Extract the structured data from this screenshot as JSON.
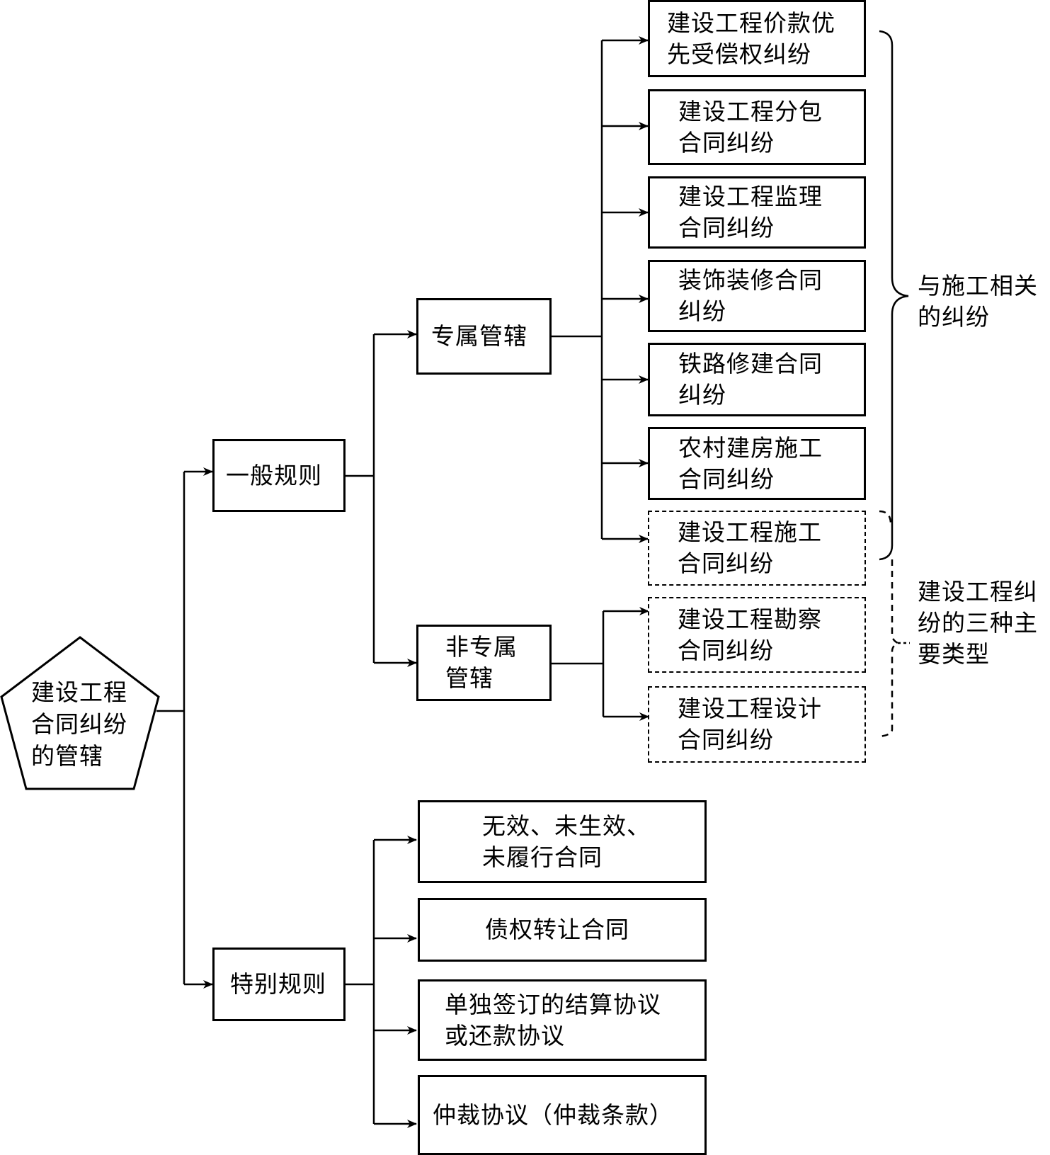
{
  "diagram": {
    "root": "建设工程\n合同纠纷\n的管辖",
    "level1": {
      "general": "一般规则",
      "special": "特别规则"
    },
    "level2": {
      "exclusive": "专属管辖",
      "non_exclusive": "非专属\n管辖"
    },
    "exclusive_items": [
      {
        "label": "建设工程价款优\n先受偿权纠纷",
        "style": "solid"
      },
      {
        "label": "建设工程分包\n合同纠纷",
        "style": "solid"
      },
      {
        "label": "建设工程监理\n合同纠纷",
        "style": "solid"
      },
      {
        "label": "装饰装修合同\n纠纷",
        "style": "solid"
      },
      {
        "label": "铁路修建合同\n纠纷",
        "style": "solid"
      },
      {
        "label": "农村建房施工\n合同纠纷",
        "style": "solid"
      },
      {
        "label": "建设工程施工\n合同纠纷",
        "style": "dashed"
      }
    ],
    "non_exclusive_items": [
      {
        "label": "建设工程勘察\n合同纠纷",
        "style": "dashed"
      },
      {
        "label": "建设工程设计\n合同纠纷",
        "style": "dashed"
      }
    ],
    "special_items": [
      {
        "label": "无效、未生效、\n未履行合同"
      },
      {
        "label": "债权转让合同"
      },
      {
        "label": "单独签订的结算协议\n或还款协议"
      },
      {
        "label": "仲裁协议（仲裁条款）"
      }
    ],
    "annotations": {
      "construction_related": "与施工相关\n的纠纷",
      "three_main_types": "建设工程纠\n纷的三种主\n要类型"
    }
  }
}
